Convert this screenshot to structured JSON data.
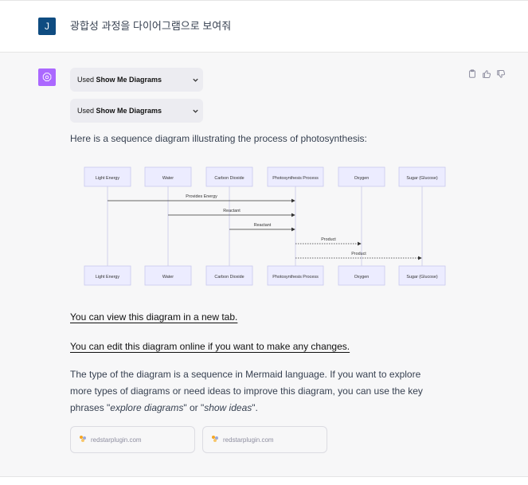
{
  "user": {
    "avatar_letter": "J",
    "message": "광합성 과정을 다이어그램으로 보여줘"
  },
  "assistant": {
    "plugins": [
      {
        "prefix": "Used ",
        "name": "Show Me Diagrams"
      },
      {
        "prefix": "Used ",
        "name": "Show Me Diagrams"
      }
    ],
    "actions": [
      "copy-icon",
      "thumbs-up-icon",
      "thumbs-down-icon"
    ],
    "intro": "Here is a sequence diagram illustrating the process of photosynthesis:",
    "diagram": {
      "participants": [
        "Light Energy",
        "Water",
        "Carbon Dioxide",
        "Photosynthesis Process",
        "Oxygen",
        "Sugar (Glucose)"
      ],
      "messages": [
        {
          "from": 0,
          "to": 3,
          "label": "Provides Energy",
          "style": "solid"
        },
        {
          "from": 1,
          "to": 3,
          "label": "Reactant",
          "style": "solid"
        },
        {
          "from": 2,
          "to": 3,
          "label": "Reactant",
          "style": "solid"
        },
        {
          "from": 3,
          "to": 4,
          "label": "Product",
          "style": "dotted"
        },
        {
          "from": 3,
          "to": 5,
          "label": "Product",
          "style": "dotted"
        }
      ],
      "colors": {
        "box_fill": "#ececff",
        "box_stroke": "#c9c9ee",
        "lifeline": "#c8c8e8",
        "arrow": "#333333"
      }
    },
    "link_view": "You can view this diagram in a new tab.",
    "link_edit": "You can edit this diagram online if you want to make any changes.",
    "paragraph": {
      "part1": "The type of the diagram is a sequence in Mermaid language. If you want to explore more types of diagrams or need ideas to improve this diagram, you can use the key phrases \"",
      "phrase1": "explore diagrams",
      "part2": "\" or \"",
      "phrase2": "show ideas",
      "part3": "\"."
    },
    "sources": [
      "redstarplugin.com",
      "redstarplugin.com"
    ]
  }
}
